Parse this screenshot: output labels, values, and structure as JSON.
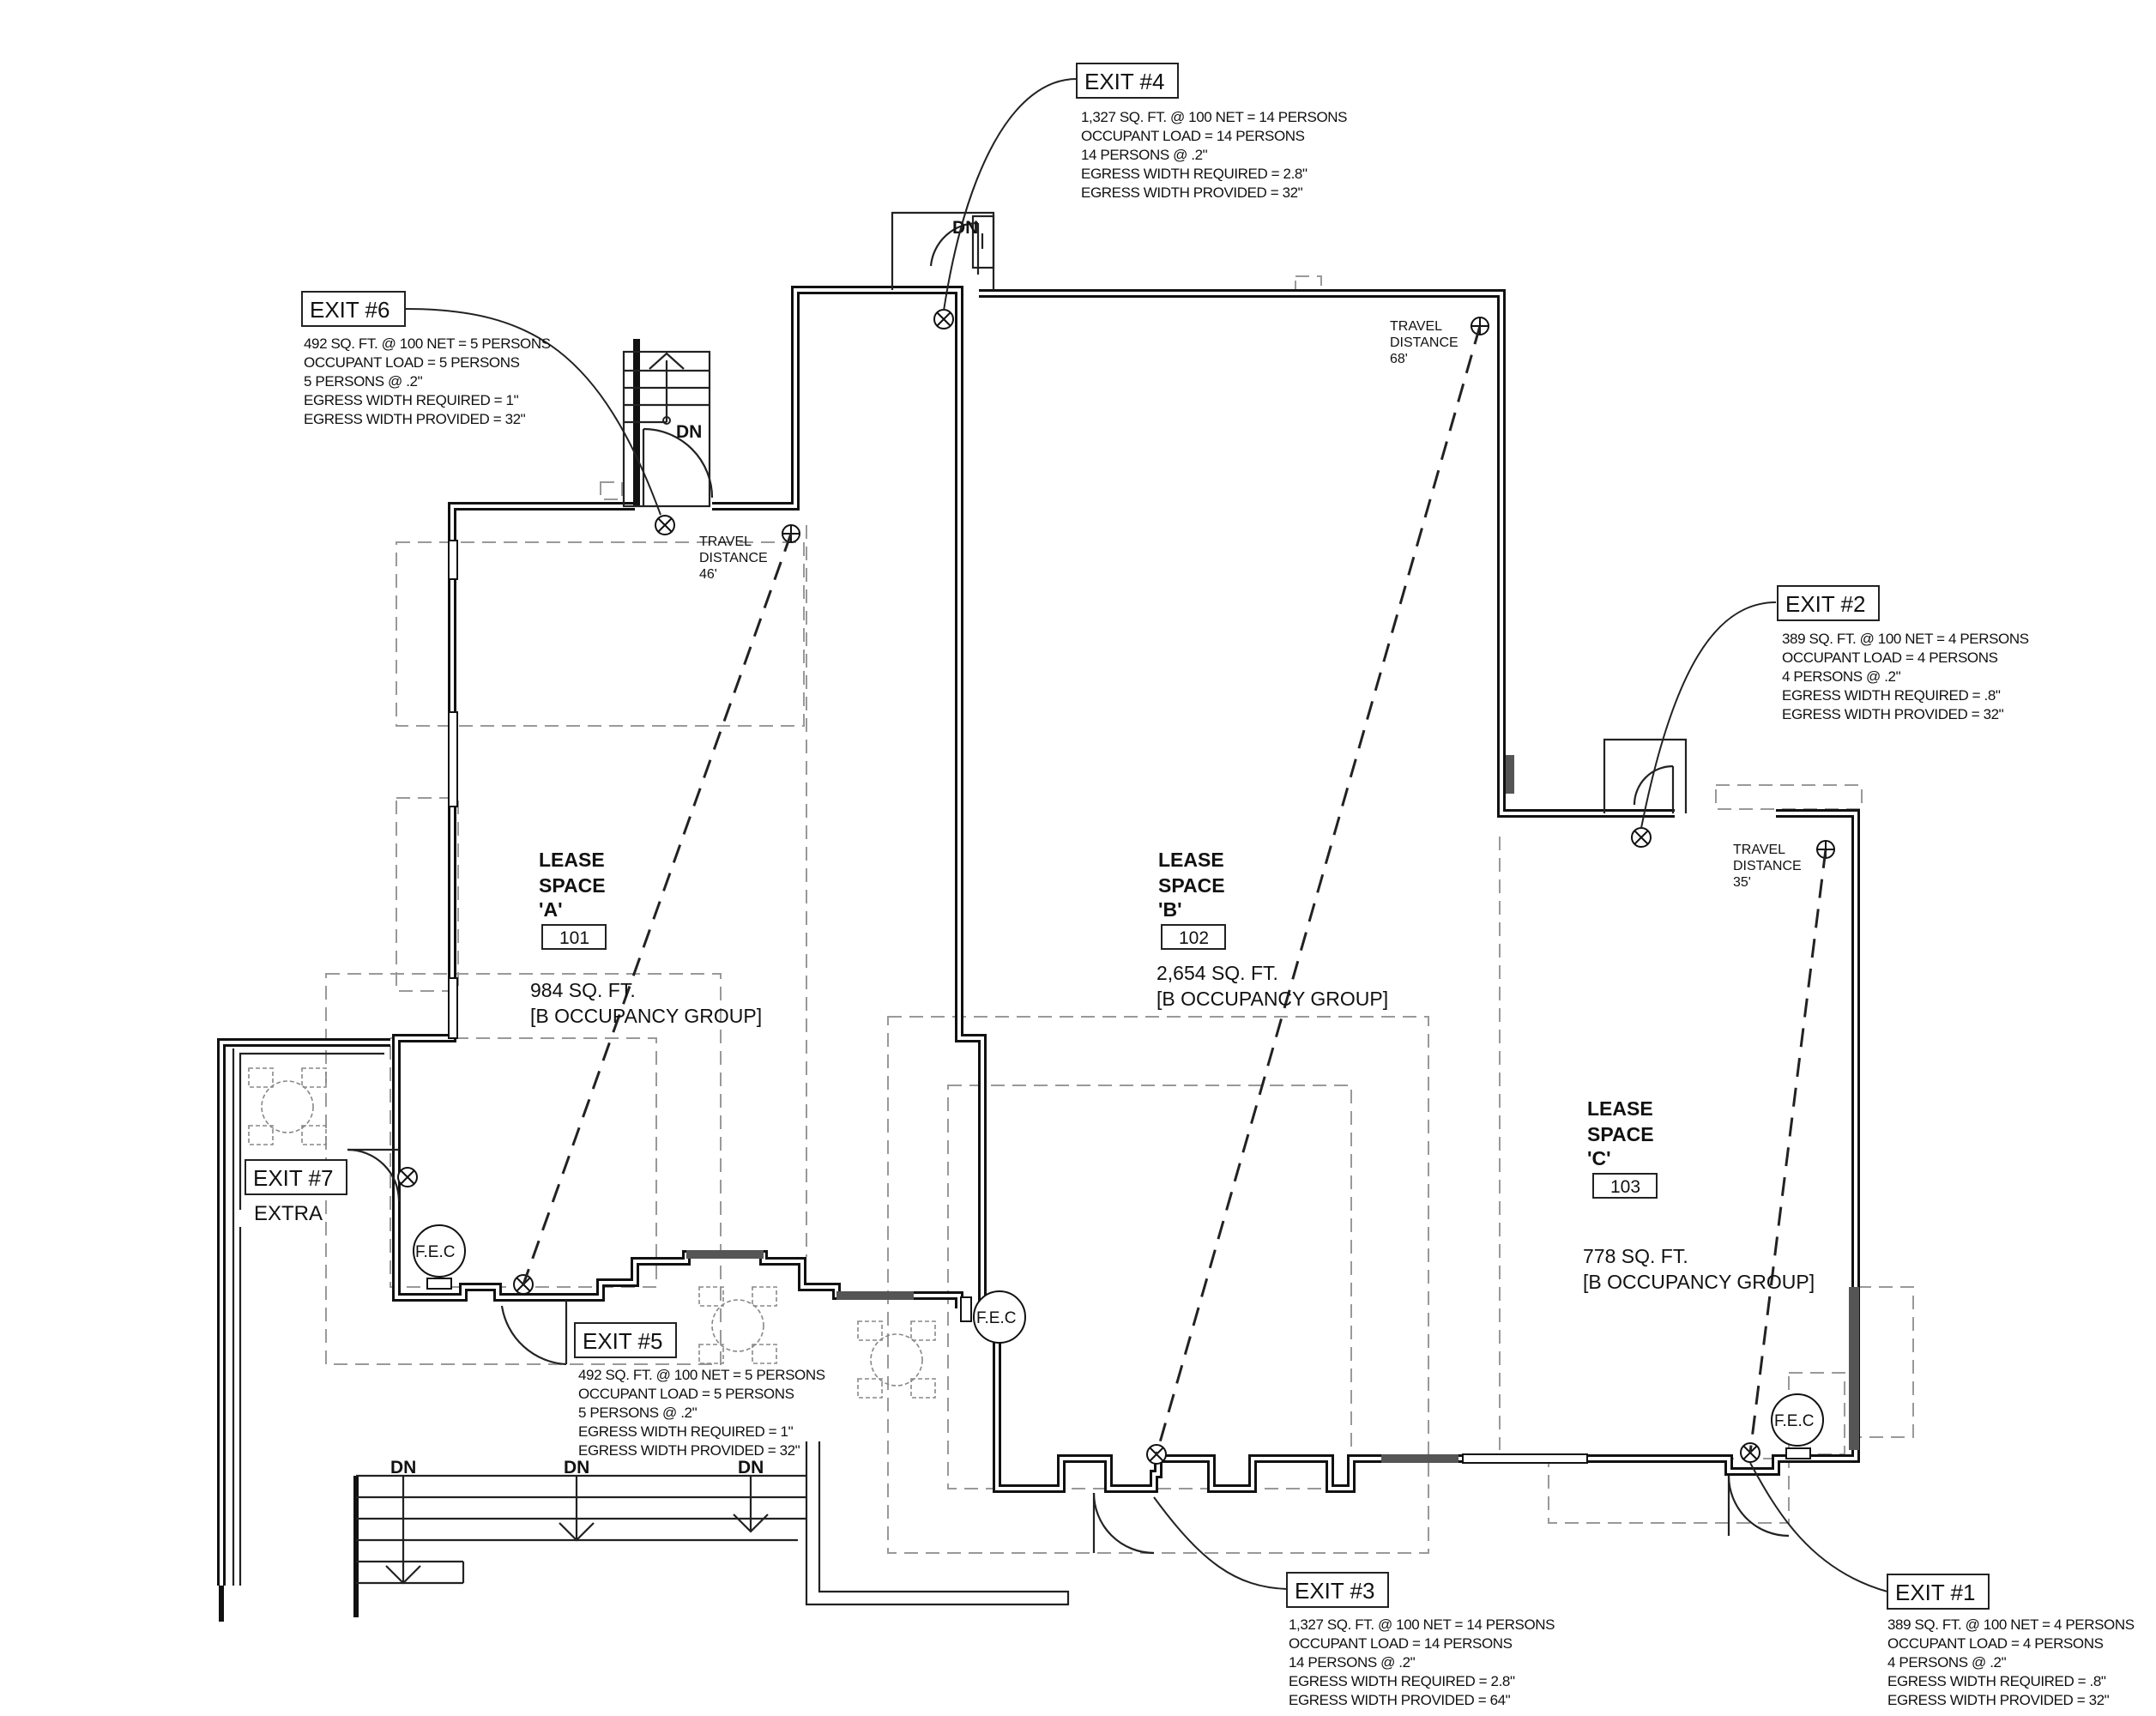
{
  "exits": {
    "exit4": {
      "title": "EXIT #4",
      "lines": [
        "1,327 SQ. FT. @ 100 NET = 14 PERSONS",
        "OCCUPANT LOAD  =  14 PERSONS",
        "14 PERSONS @ .2\"",
        "EGRESS WIDTH  REQUIRED  =  2.8\"",
        "EGRESS WIDTH PROVIDED  =  32\""
      ]
    },
    "exit6": {
      "title": "EXIT #6",
      "lines": [
        "492 SQ. FT. @ 100 NET = 5 PERSONS",
        "OCCUPANT LOAD  =  5 PERSONS",
        "5 PERSONS @ .2\"",
        "EGRESS WIDTH  REQUIRED  =  1\"",
        "EGRESS WIDTH PROVIDED  =  32\""
      ]
    },
    "exit2": {
      "title": "EXIT #2",
      "lines": [
        "389 SQ. FT. @ 100 NET = 4 PERSONS",
        "OCCUPANT LOAD  =  4 PERSONS",
        "4 PERSONS @ .2\"",
        "EGRESS WIDTH  REQUIRED  =  .8\"",
        "EGRESS WIDTH PROVIDED  =  32\""
      ]
    },
    "exit5": {
      "title": "EXIT #5",
      "lines": [
        "492 SQ. FT. @ 100 NET = 5 PERSONS",
        "OCCUPANT LOAD  =  5 PERSONS",
        "5 PERSONS @ .2\"",
        "EGRESS WIDTH  REQUIRED  =  1\"",
        "EGRESS WIDTH PROVIDED  =  32\""
      ]
    },
    "exit3": {
      "title": "EXIT #3",
      "lines": [
        "1,327 SQ. FT. @ 100 NET = 14 PERSONS",
        "OCCUPANT LOAD  =  14 PERSONS",
        "14 PERSONS @ .2\"",
        "EGRESS WIDTH  REQUIRED  =  2.8\"",
        "EGRESS WIDTH PROVIDED  =  64\""
      ]
    },
    "exit1": {
      "title": "EXIT #1",
      "lines": [
        "389 SQ. FT. @ 100 NET = 4 PERSONS",
        "OCCUPANT LOAD  =  4 PERSONS",
        "4 PERSONS @ .2\"",
        "EGRESS WIDTH  REQUIRED  =  .8\"",
        "EGRESS WIDTH PROVIDED  =  32\""
      ]
    },
    "exit7": {
      "title": "EXIT #7",
      "sub": "EXTRA"
    }
  },
  "spaces": {
    "a": {
      "lines": [
        "LEASE",
        "SPACE",
        "'A'"
      ],
      "number": "101",
      "area": "984 SQ. FT.",
      "group": "[B OCCUPANCY GROUP]"
    },
    "b": {
      "lines": [
        "LEASE",
        "SPACE",
        "'B'"
      ],
      "number": "102",
      "area": "2,654 SQ. FT.",
      "group": "[B OCCUPANCY GROUP]"
    },
    "c": {
      "lines": [
        "LEASE",
        "SPACE",
        "'C'"
      ],
      "number": "103",
      "area": "778 SQ. FT.",
      "group": "[B OCCUPANCY GROUP]"
    }
  },
  "travel": {
    "a": [
      "TRAVEL",
      "DISTANCE",
      "46'"
    ],
    "b": [
      "TRAVEL",
      "DISTANCE",
      "68'"
    ],
    "c": [
      "TRAVEL",
      "DISTANCE",
      "35'"
    ]
  },
  "labels": {
    "dn": "DN",
    "fec": "F.E.C"
  }
}
